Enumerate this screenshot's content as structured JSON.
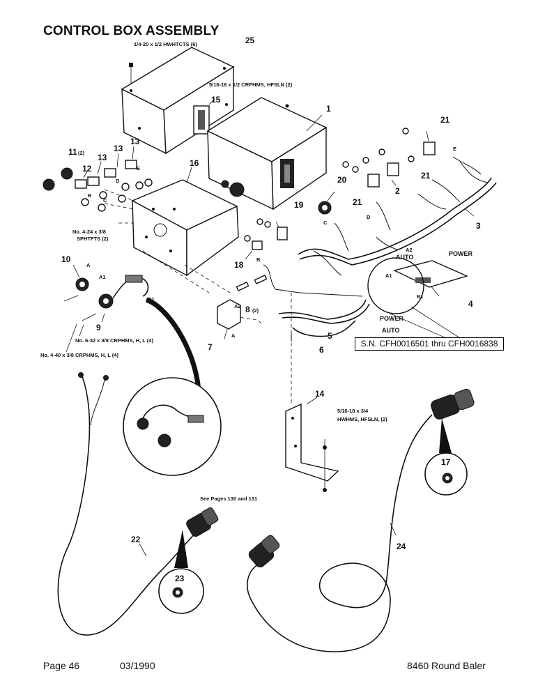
{
  "title": "CONTROL BOX ASSEMBLY",
  "footer": {
    "page": "Page 46",
    "date": "03/1990",
    "model": "8460 Round Baler"
  },
  "serial_note": "S.N. CFH0016501 thru CFH0016838",
  "reference_note": "See Pages 130 and 131",
  "callouts": {
    "c1": "1",
    "c2": "2",
    "c3": "3",
    "c4": "4",
    "c5": "5",
    "c6": "6",
    "c7": "7",
    "c8": "8",
    "c8q": "(2)",
    "c9": "9",
    "c10": "10",
    "c11": "11",
    "c11q": "(2)",
    "c12": "12",
    "c13a": "13",
    "c13b": "13",
    "c13c": "13",
    "c14": "14",
    "c15": "15",
    "c16": "16",
    "c17": "17",
    "c18": "18",
    "c19": "19",
    "c20": "20",
    "c21a": "21",
    "c21b": "21",
    "c21c": "21",
    "c22": "22",
    "c23": "23",
    "c24": "24",
    "c25": "25"
  },
  "fastener_labels": {
    "hwhtcts": "1/4-20 x 1/2 HWHTCTS (6)",
    "crphms_hfsln": "5/16-18 x 1/2 CRPHMS, HFSLN (2)",
    "sphtfts_a": "No. 4-24 x 3/8",
    "sphtfts_b": "SPHTFTS (2)",
    "crphms_632": "No. 6-32 x 3/8 CRPHMS, H, L (4)",
    "crphms_440": "No. 4-40 x 3/8 CRPHMS, H, L (4)",
    "hwhms_a": "5/16-18 x 3/4",
    "hwhms_b": "HWHMS, HFSLN, (2)"
  },
  "wire_labels": {
    "power1": "POWER",
    "auto1": "AUTO",
    "a2_top": "A2",
    "a1_top": "A1",
    "b1_top": "B1",
    "power2": "POWER",
    "auto2": "AUTO",
    "a1_left": "A1",
    "a_left": "A",
    "b1_left": "B1",
    "a2_mid": "A2",
    "a_mid": "A",
    "b_mid": "B",
    "c_mid": "C",
    "d_mid": "D",
    "e_mid": "E",
    "b_sw": "B",
    "c_sw": "C",
    "d_sw": "D",
    "e_sw": "E"
  }
}
